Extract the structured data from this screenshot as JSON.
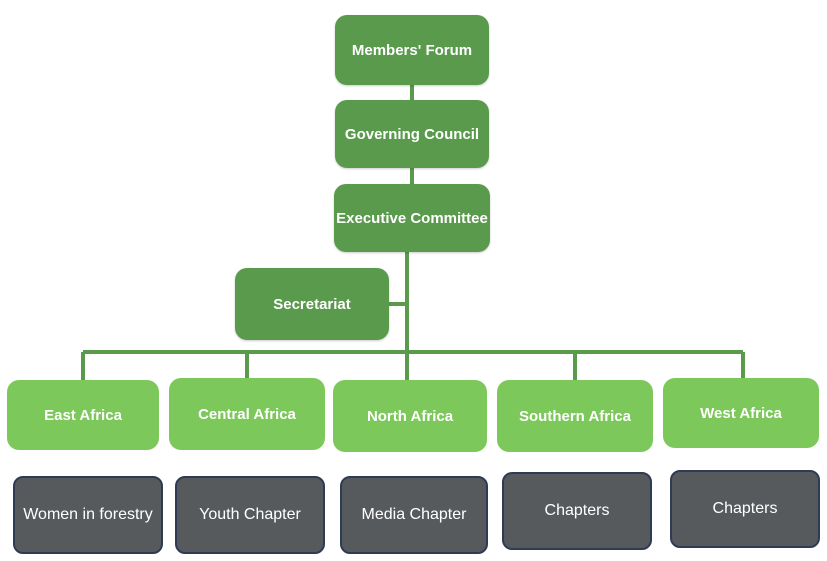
{
  "top_levels": {
    "members_forum": "Members' Forum",
    "governing_council": "Governing Council",
    "executive_committee": "Executive Committee",
    "secretariat": "Secretariat"
  },
  "regions": [
    "East Africa",
    "Central Africa",
    "North Africa",
    "Southern Africa",
    "West Africa"
  ],
  "chapters": [
    "Women in forestry",
    "Youth Chapter",
    "Media Chapter",
    "Chapters",
    "Chapters"
  ],
  "colors": {
    "top_box": "#5a9a4c",
    "region_box": "#7cc85a",
    "chapter_box": "#575a5d",
    "chapter_border": "#2f3a55",
    "connector": "#5a9a4c"
  }
}
